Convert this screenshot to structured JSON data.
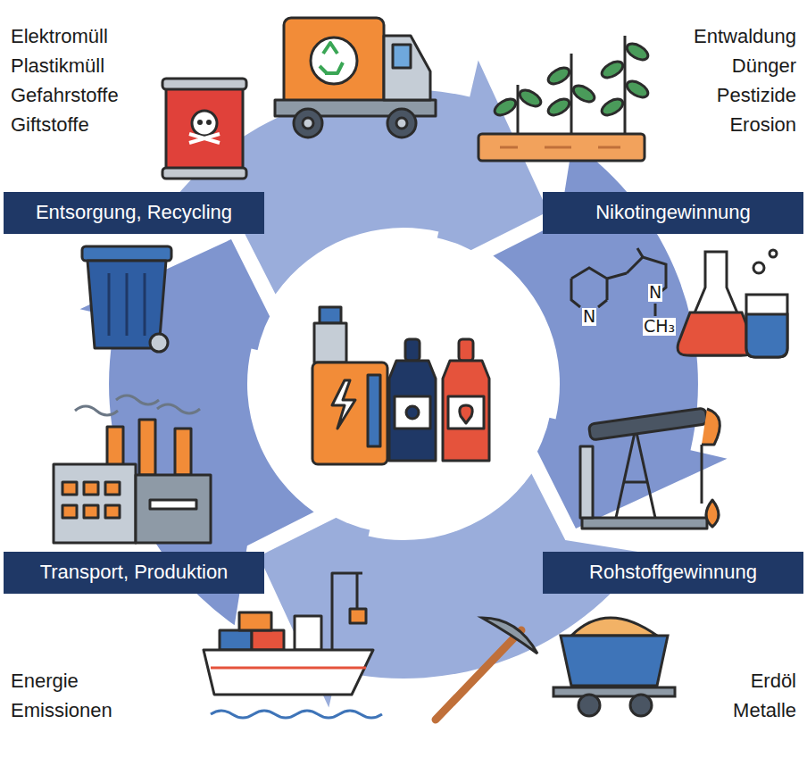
{
  "diagram": {
    "nodes": [
      {
        "text": [
          "Entsorgung, Recycling"
        ]
      },
      {
        "text": [
          "Nikotingewinnung"
        ]
      },
      {
        "text": [
          "Rohstoffgewinnung"
        ]
      },
      {
        "text": [
          "Transport, Produktion"
        ]
      }
    ],
    "labels": [
      "Elektromüll",
      "Plastikmüll",
      "Gefahrstoffe",
      "Giftstoffe",
      "Entwaldung",
      "Dünger",
      "Pestizide",
      "Erosion",
      "N",
      "N",
      "CH₃",
      "Energie",
      "Emissionen",
      "Erdöl",
      "Metalle"
    ]
  }
}
